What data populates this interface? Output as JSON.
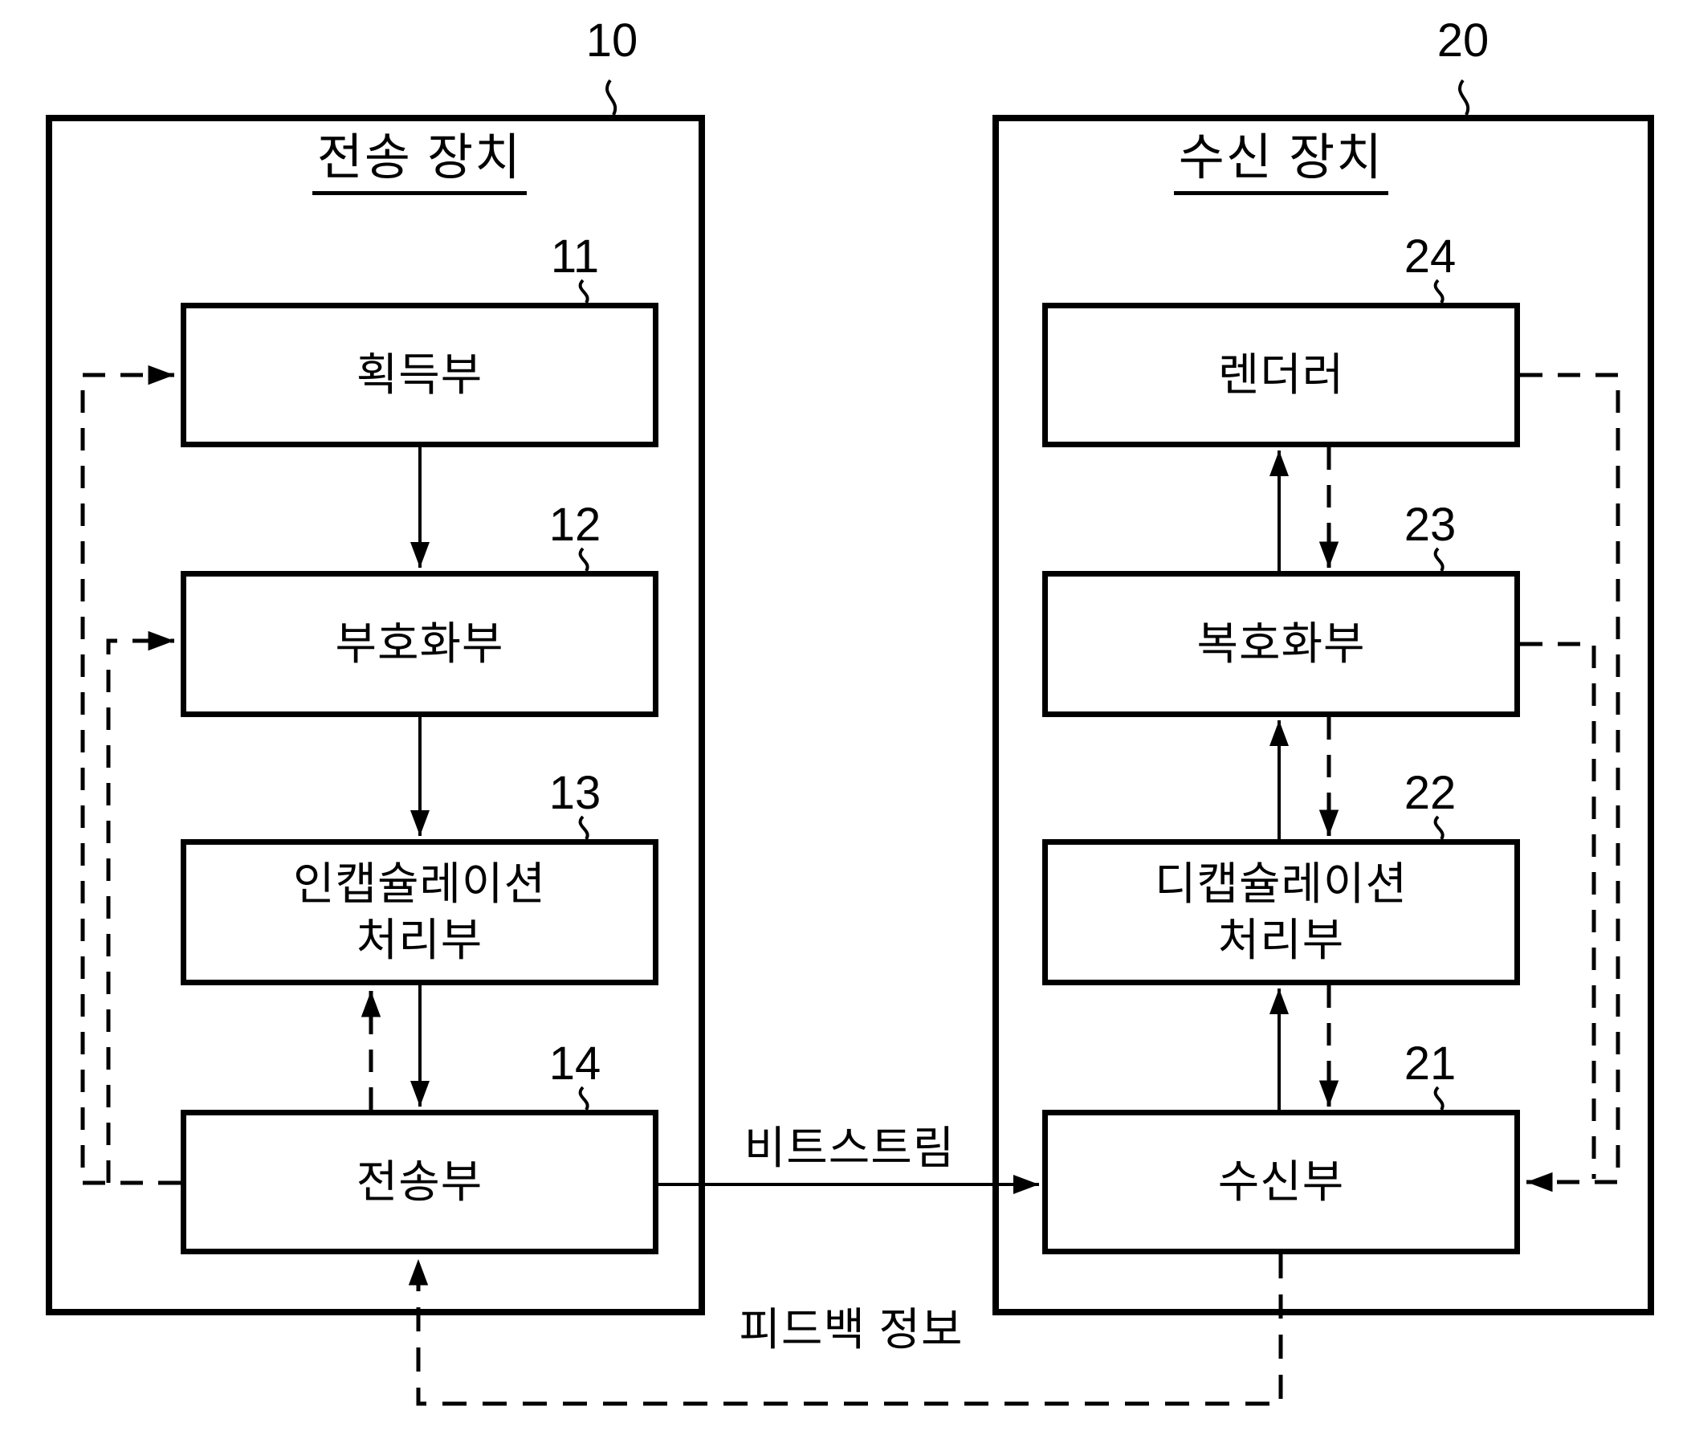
{
  "ink_color": "#000000",
  "background_color": "#ffffff",
  "diagram": {
    "transmitter": {
      "ref": "10",
      "title": "전송 장치",
      "blocks": [
        {
          "ref": "11",
          "label": "획득부"
        },
        {
          "ref": "12",
          "label": "부호화부"
        },
        {
          "ref": "13",
          "label": "인캡슐레이션\n처리부"
        },
        {
          "ref": "14",
          "label": "전송부"
        }
      ]
    },
    "receiver": {
      "ref": "20",
      "title": "수신 장치",
      "blocks": [
        {
          "ref": "24",
          "label": "렌더러"
        },
        {
          "ref": "23",
          "label": "복호화부"
        },
        {
          "ref": "22",
          "label": "디캡슐레이션\n처리부"
        },
        {
          "ref": "21",
          "label": "수신부"
        }
      ]
    },
    "edges": {
      "bitstream": "비트스트림",
      "feedback": "피드백 정보"
    }
  }
}
